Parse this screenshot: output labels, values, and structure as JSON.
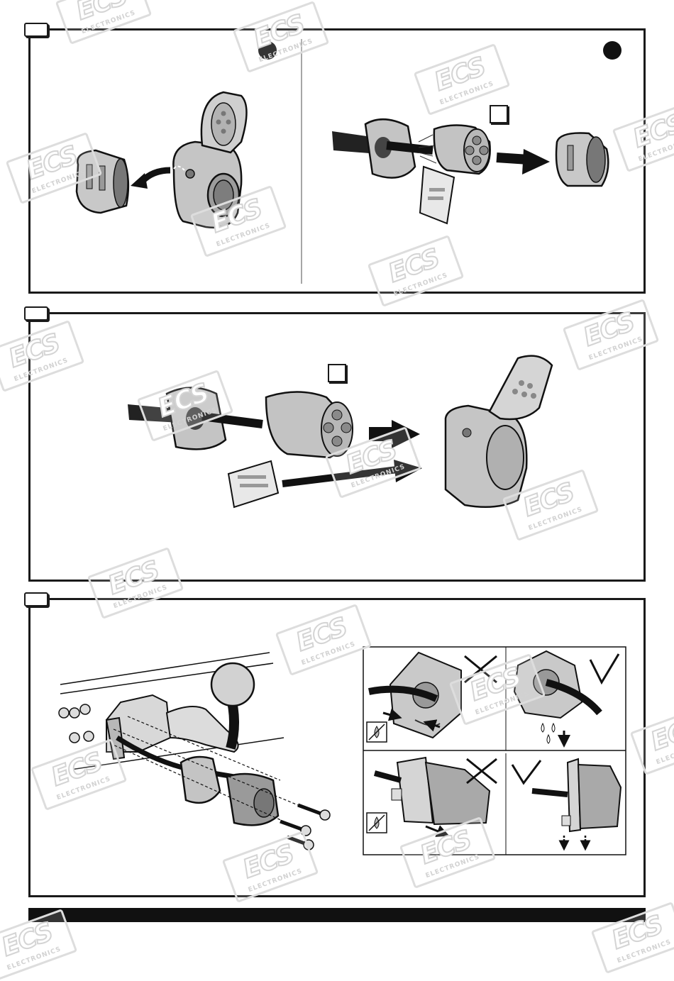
{
  "watermark": {
    "logo_text": "ECS",
    "sub_text": "ELECTRONICS"
  },
  "colors": {
    "frame": "#1a1a1a",
    "part_fill": "#c9c9c9",
    "part_dark": "#8a8a8a",
    "watermark": "#d4d4d4"
  },
  "panels": [
    {
      "name": "step-1-disassemble-socket"
    },
    {
      "name": "step-2-assemble-socket"
    },
    {
      "name": "step-3-mount-socket"
    }
  ],
  "icons": {
    "wrong": "cross-mark-icon",
    "correct": "check-mark-icon",
    "no_water": "no-water-icon",
    "drain": "water-drain-icon"
  }
}
